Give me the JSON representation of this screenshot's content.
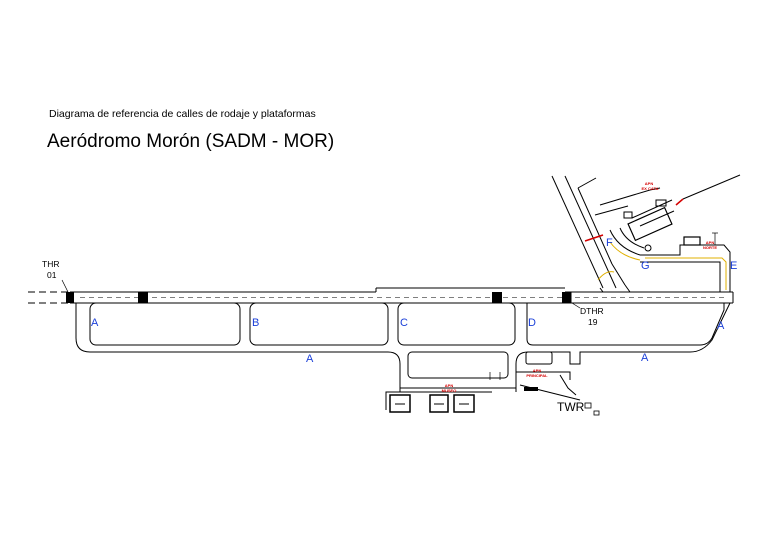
{
  "header": {
    "subtitle": "Diagrama de referencia de calles de rodaje y plataformas",
    "title": "Aeródromo Morón (SADM - MOR)"
  },
  "taxiways": {
    "a1": "A",
    "a2": "A",
    "a3": "A",
    "a4": "A",
    "b": "B",
    "c": "C",
    "d": "D",
    "e": "E",
    "f": "F",
    "g": "G"
  },
  "thresholds": {
    "thr_label": "THR",
    "thr_num": "01",
    "dthr_label": "DTHR",
    "dthr_num": "19"
  },
  "aprons": {
    "excata_1": "APN",
    "excata_2": "EX CATA",
    "norte_1": "APN",
    "norte_2": "NORTE",
    "museo_1": "APN",
    "museo_2": "MUSEO",
    "principal_1": "APN",
    "principal_2": "PRINCIPAL"
  },
  "tower": {
    "label": "TWR"
  },
  "colors": {
    "taxiway_label": "#1a3fd8",
    "apron_label": "#d40000",
    "stopbar": "#d40000",
    "edge_marking": "#e0b000"
  }
}
